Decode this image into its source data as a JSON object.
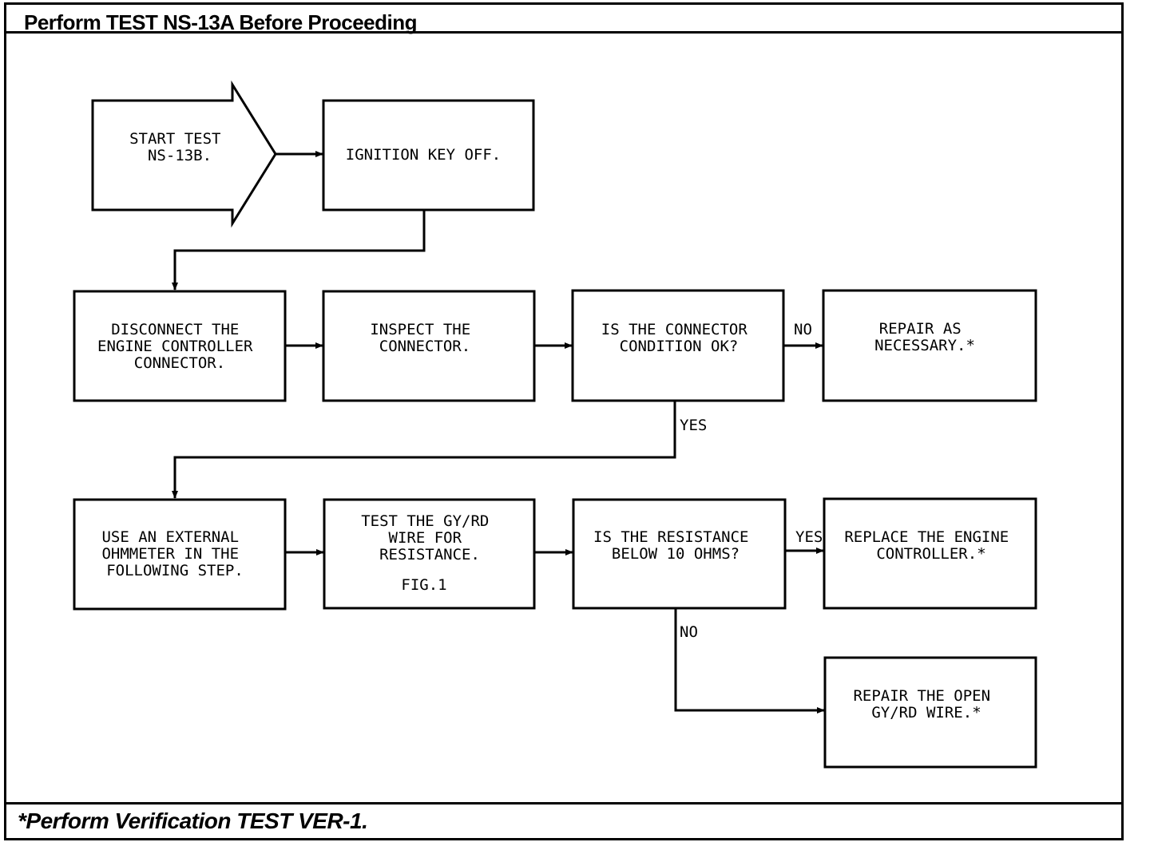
{
  "header": {
    "title": "Perform TEST NS-13A Before Proceeding"
  },
  "footer": {
    "note": "*Perform Verification TEST VER-1."
  },
  "steps": {
    "start": [
      "START TEST",
      "NS-13B."
    ],
    "ignition_off": [
      "IGNITION KEY OFF."
    ],
    "disconnect": [
      "DISCONNECT THE",
      "ENGINE CONTROLLER",
      "CONNECTOR."
    ],
    "inspect": [
      "INSPECT THE",
      "CONNECTOR."
    ],
    "connector_ok_q": [
      "IS THE CONNECTOR",
      "CONDITION OK?"
    ],
    "repair_as_necessary": [
      "REPAIR AS",
      "NECESSARY.*"
    ],
    "use_ohmmeter": [
      "USE AN EXTERNAL",
      "OHMMETER IN THE",
      "FOLLOWING STEP."
    ],
    "test_wire": [
      "TEST THE GY/RD",
      "WIRE FOR",
      "RESISTANCE."
    ],
    "test_wire_fig": "FIG.1",
    "resistance_q": [
      "IS THE RESISTANCE",
      "BELOW 10 OHMS?"
    ],
    "replace_controller": [
      "REPLACE THE ENGINE",
      "CONTROLLER.*"
    ],
    "repair_open_wire": [
      "REPAIR THE OPEN",
      "GY/RD WIRE.*"
    ]
  },
  "edge_labels": {
    "connector_no": "NO",
    "connector_yes": "YES",
    "resistance_yes": "YES",
    "resistance_no": "NO"
  }
}
